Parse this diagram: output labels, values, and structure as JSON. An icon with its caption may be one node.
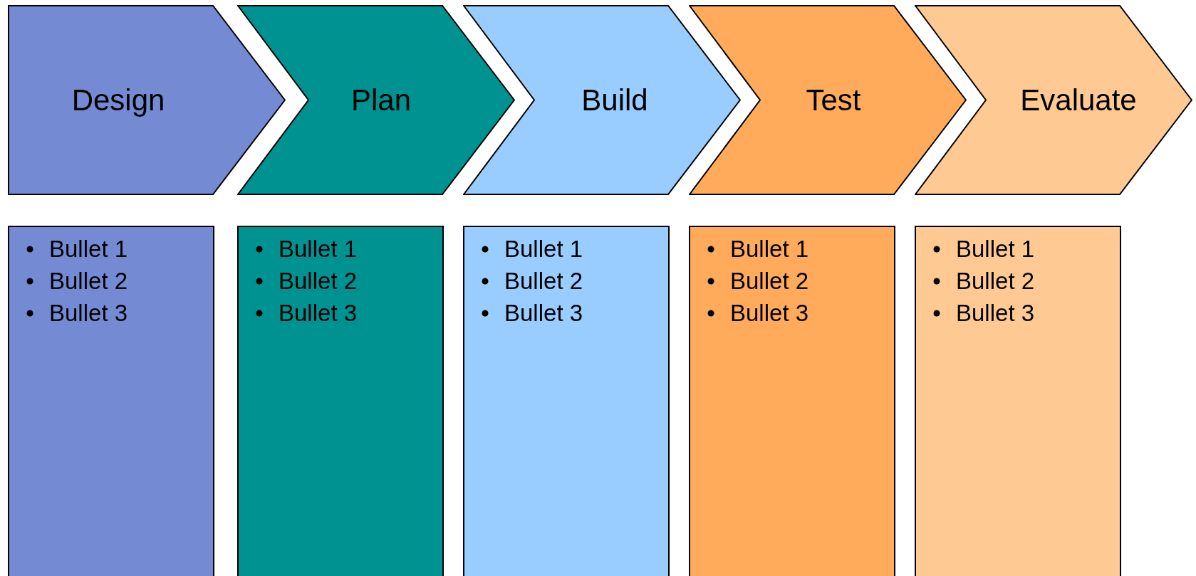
{
  "diagram": {
    "nodes": [
      {
        "text": [
          "Design"
        ]
      },
      {
        "text": [
          "Plan"
        ]
      },
      {
        "text": [
          "Build"
        ]
      },
      {
        "text": [
          "Test"
        ]
      },
      {
        "text": [
          "Evaluate"
        ]
      },
      {
        "text": [
          "Bullet 1",
          "Bullet 2",
          "Bullet 3"
        ]
      },
      {
        "text": [
          "Bullet 1",
          "Bullet 2",
          "Bullet 3"
        ]
      },
      {
        "text": [
          "Bullet 1",
          "Bullet 2",
          "Bullet 3"
        ]
      },
      {
        "text": [
          "Bullet 1",
          "Bullet 2",
          "Bullet 3"
        ]
      },
      {
        "text": [
          "Bullet 1",
          "Bullet 2",
          "Bullet 3"
        ]
      }
    ]
  }
}
